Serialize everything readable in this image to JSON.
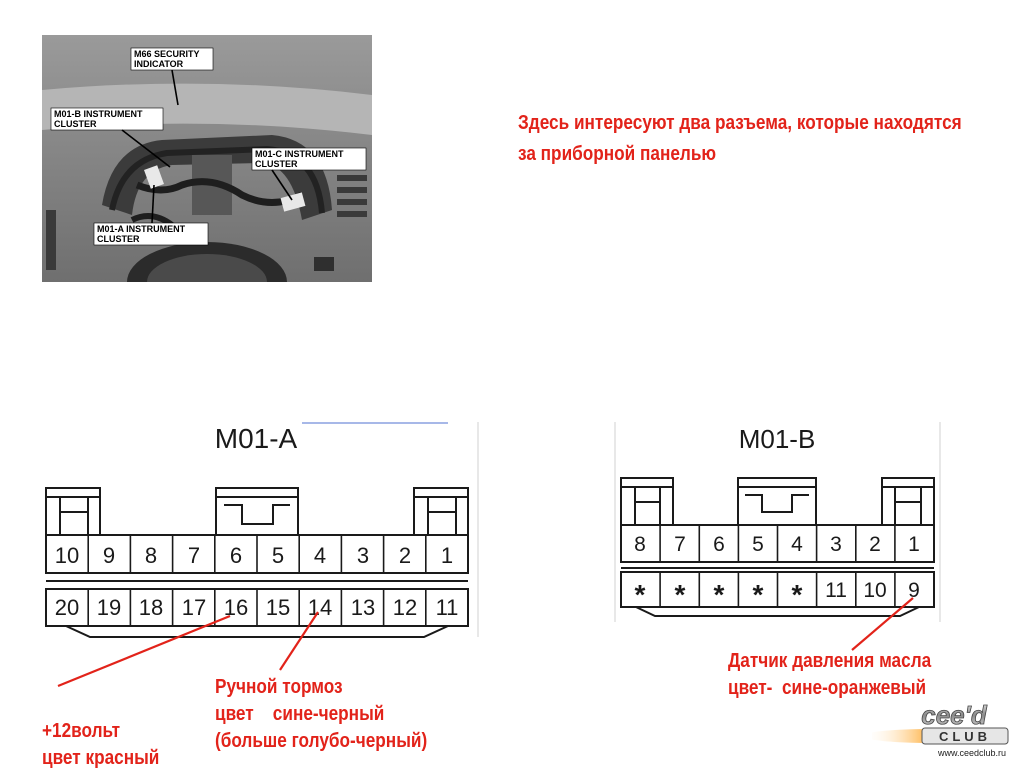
{
  "photo": {
    "labels": {
      "m66": [
        "M66 SECURITY",
        "INDICATOR"
      ],
      "m01b": [
        "M01-B INSTRUMENT",
        "CLUSTER"
      ],
      "m01c": [
        "M01-C INSTRUMENT",
        "CLUSTER"
      ],
      "m01a": [
        "M01-A INSTRUMENT",
        "CLUSTER"
      ]
    }
  },
  "intro": {
    "line1": "Здесь интересуют два разъема, которые находятся",
    "line2": "за приборной панелью"
  },
  "connector_a": {
    "title": "M01-A",
    "top_row": [
      "10",
      "9",
      "8",
      "7",
      "6",
      "5",
      "4",
      "3",
      "2",
      "1"
    ],
    "bottom_row": [
      "20",
      "19",
      "18",
      "17",
      "16",
      "15",
      "14",
      "13",
      "12",
      "11"
    ]
  },
  "connector_b": {
    "title": "M01-B",
    "top_row": [
      "8",
      "7",
      "6",
      "5",
      "4",
      "3",
      "2",
      "1"
    ],
    "bottom_row": [
      "*",
      "*",
      "*",
      "*",
      "*",
      "11",
      "10",
      "9"
    ]
  },
  "notes": {
    "handbrake": [
      "Ручной тормоз",
      "цвет    сине-черный",
      "(больше голубо-черный)"
    ],
    "power": [
      "+12вольт",
      "цвет красный"
    ],
    "oil": [
      "Датчик давления масла",
      "цвет-  сине-оранжевый"
    ]
  },
  "logo": {
    "name": "cee'd",
    "sub": "CLUB",
    "url": "www.ceedclub.ru"
  },
  "colors": {
    "annotation": "#e2231a",
    "line": "#1a1a1a"
  }
}
